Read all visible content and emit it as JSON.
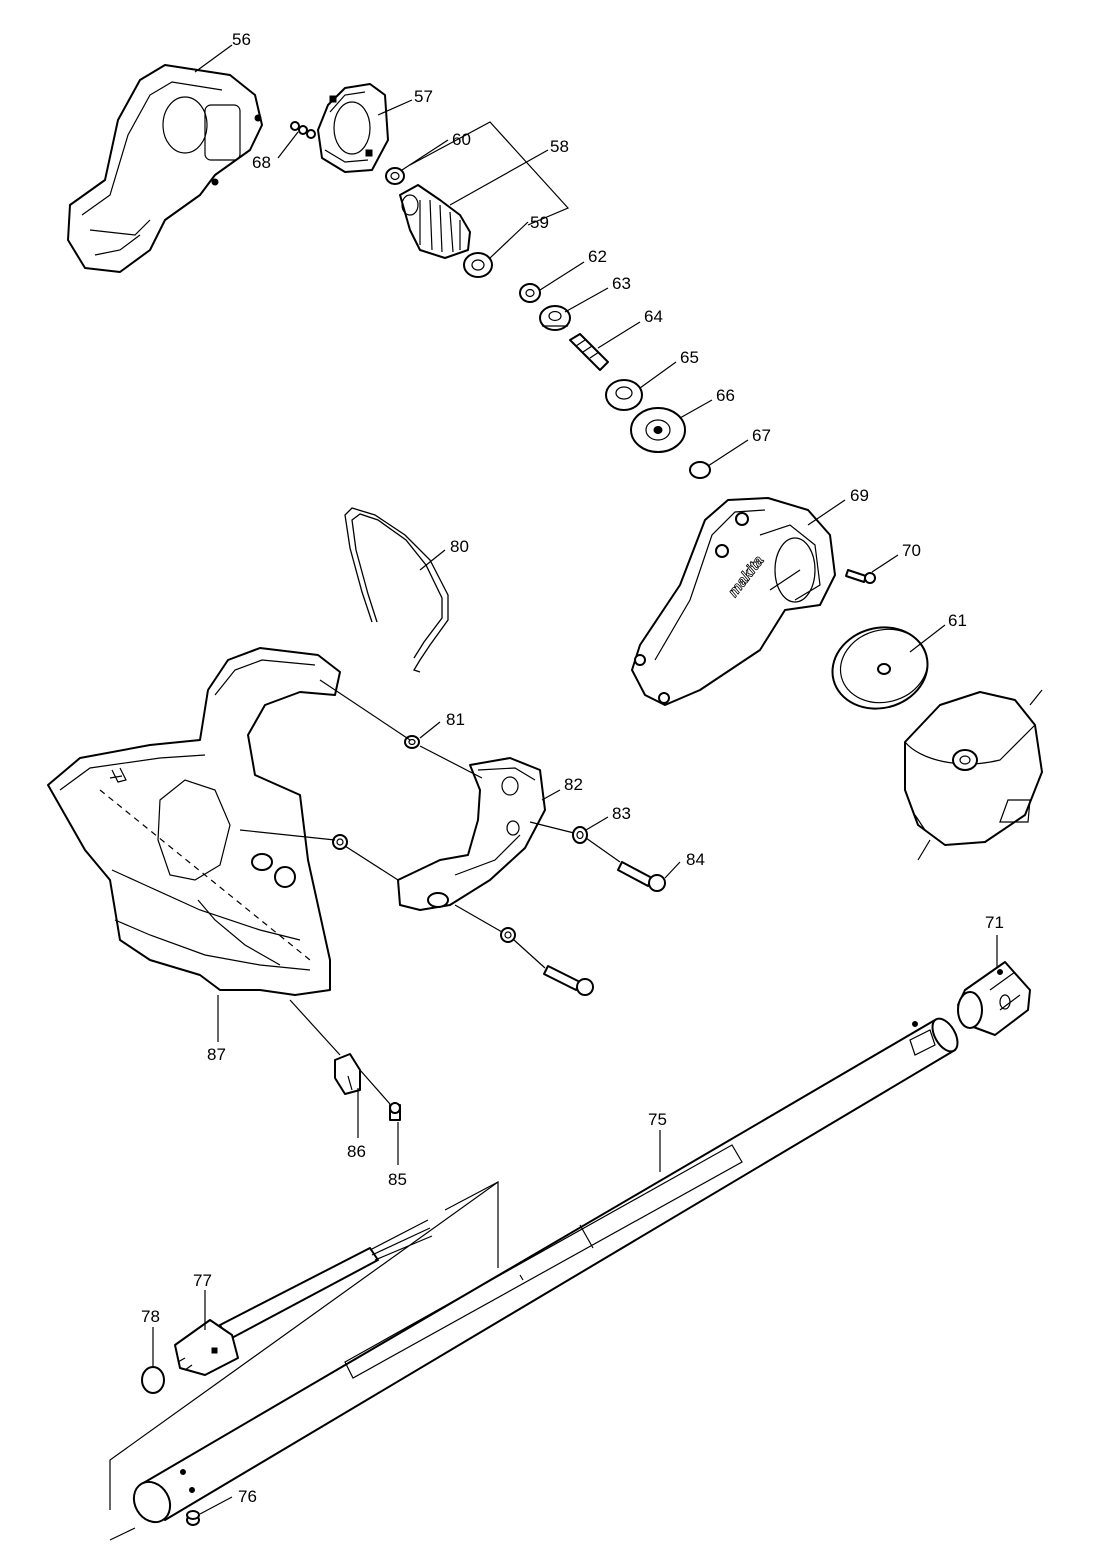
{
  "parts": [
    {
      "id": "56",
      "label": "56"
    },
    {
      "id": "57",
      "label": "57"
    },
    {
      "id": "58",
      "label": "58"
    },
    {
      "id": "59",
      "label": "59"
    },
    {
      "id": "60",
      "label": "60"
    },
    {
      "id": "61",
      "label": "61"
    },
    {
      "id": "62",
      "label": "62"
    },
    {
      "id": "63",
      "label": "63"
    },
    {
      "id": "64",
      "label": "64"
    },
    {
      "id": "65",
      "label": "65"
    },
    {
      "id": "66",
      "label": "66"
    },
    {
      "id": "67",
      "label": "67"
    },
    {
      "id": "68",
      "label": "68"
    },
    {
      "id": "69",
      "label": "69"
    },
    {
      "id": "70",
      "label": "70"
    },
    {
      "id": "71",
      "label": "71"
    },
    {
      "id": "75",
      "label": "75"
    },
    {
      "id": "76",
      "label": "76"
    },
    {
      "id": "77",
      "label": "77"
    },
    {
      "id": "78",
      "label": "78"
    },
    {
      "id": "80",
      "label": "80"
    },
    {
      "id": "81",
      "label": "81"
    },
    {
      "id": "82",
      "label": "82"
    },
    {
      "id": "83",
      "label": "83"
    },
    {
      "id": "84",
      "label": "84"
    },
    {
      "id": "85",
      "label": "85"
    },
    {
      "id": "86",
      "label": "86"
    },
    {
      "id": "87",
      "label": "87"
    }
  ],
  "brand_mark": "makita",
  "colors": {
    "ink": "#000000",
    "paper": "#ffffff"
  }
}
